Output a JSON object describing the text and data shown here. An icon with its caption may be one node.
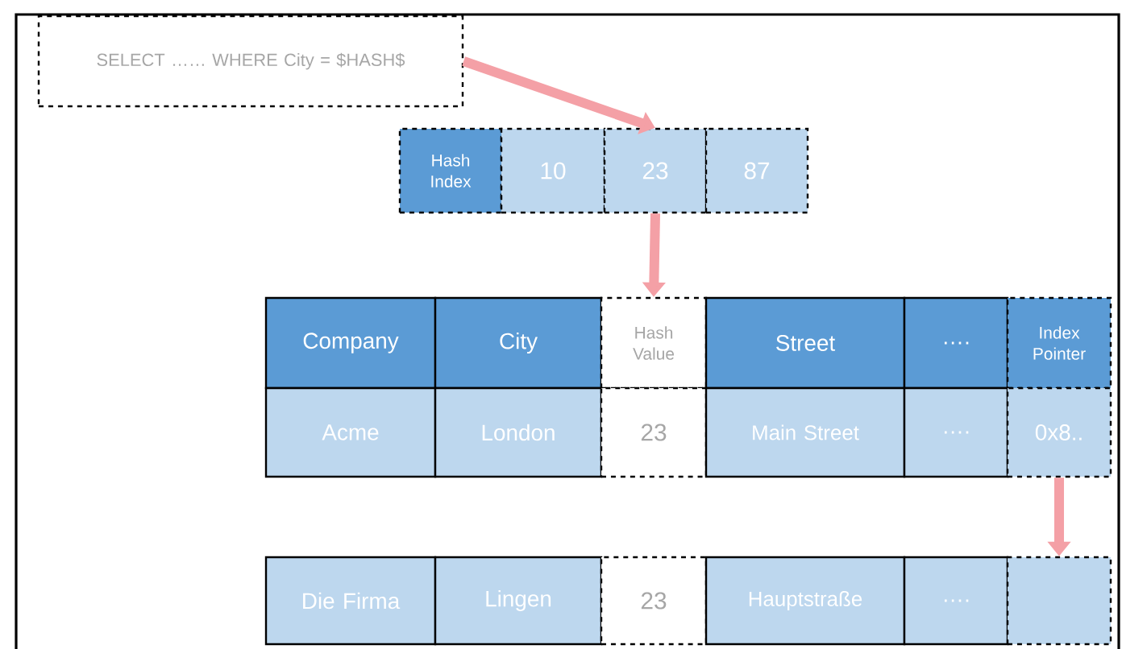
{
  "diagram": {
    "nodes": [
      {
        "text": [
          "SELECT …… WHERE City = $HASH$"
        ]
      },
      {
        "text": [
          "Hash Index"
        ]
      },
      {
        "text": [
          "10"
        ]
      },
      {
        "text": [
          "23"
        ]
      },
      {
        "text": [
          "87"
        ]
      },
      {
        "text": [
          "Company"
        ]
      },
      {
        "text": [
          "City"
        ]
      },
      {
        "text": [
          "Hash Value"
        ]
      },
      {
        "text": [
          "Street"
        ]
      },
      {
        "text": [
          "…."
        ]
      },
      {
        "text": [
          "Index Pointer"
        ]
      },
      {
        "text": [
          "Acme"
        ]
      },
      {
        "text": [
          "London"
        ]
      },
      {
        "text": [
          "23"
        ]
      },
      {
        "text": [
          "Main Street"
        ]
      },
      {
        "text": [
          "…."
        ]
      },
      {
        "text": [
          "0x8.."
        ]
      },
      {
        "text": [
          "Die Firma"
        ]
      },
      {
        "text": [
          "Lingen"
        ]
      },
      {
        "text": [
          "23"
        ]
      },
      {
        "text": [
          "Hauptstraße"
        ]
      },
      {
        "text": [
          "…."
        ]
      },
      {
        "text": [],
        "shape": "box"
      }
    ],
    "edges": [
      {
        "from": 0,
        "to": 3,
        "arrow": "to"
      },
      {
        "from": 3,
        "to": 7,
        "arrow": "to"
      },
      {
        "from": 16,
        "to": 22,
        "arrow": "to"
      }
    ]
  }
}
